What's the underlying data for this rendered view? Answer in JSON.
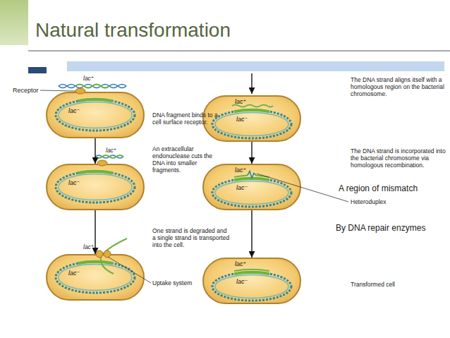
{
  "diagram": {
    "title": "Natural transformation",
    "nodes": [
      {
        "text": [
          "lac⁻"
        ]
      },
      {
        "text": [
          "lac⁻"
        ]
      },
      {
        "text": [
          "lac⁻"
        ]
      },
      {
        "text": [
          "lac⁺",
          "lac⁻"
        ]
      },
      {
        "text": [
          "lac⁺",
          "lac⁻"
        ]
      },
      {
        "text": [
          "lac⁺",
          "lac⁻"
        ]
      }
    ],
    "edges": [
      {
        "from": 0,
        "to": 1,
        "arrow": "to"
      },
      {
        "from": 1,
        "to": 2,
        "arrow": "to"
      },
      {
        "from": 3,
        "to": 4,
        "arrow": "to"
      },
      {
        "from": 4,
        "to": 5,
        "arrow": "to"
      }
    ],
    "labels": [
      "Receptor",
      "lac⁺",
      "DNA fragment binds to a cell surface receptor.",
      "An extracellular endonuclease cuts the DNA into smaller fragments.",
      "lac⁺",
      "One strand is degraded and a single strand is transported into the cell.",
      "lac⁺",
      "Uptake system",
      "The DNA strand aligns itself with a homologous region on the bacterial chromosome.",
      "The DNA strand is incorporated into the bacterial chromosome via homologous recombination.",
      "A region of mismatch",
      "Heteroduplex",
      "By DNA repair enzymes",
      "Transformed cell"
    ]
  }
}
